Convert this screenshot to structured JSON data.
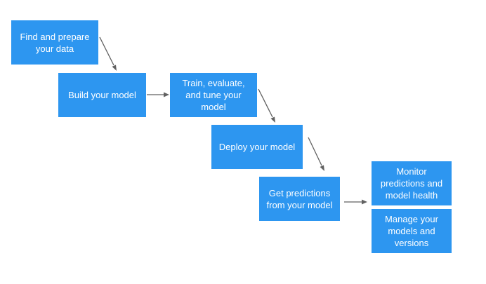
{
  "steps": {
    "find_prepare": "Find and prepare\nyour data",
    "build": "Build your model",
    "train": "Train, evaluate,\nand tune your\nmodel",
    "deploy": "Deploy your model",
    "predict": "Get predictions\nfrom your model",
    "monitor": "Monitor\npredictions and\nmodel health",
    "manage": "Manage your\nmodels and\nversions"
  },
  "colors": {
    "box": "#2d96f0",
    "arrow": "#616161",
    "text": "#ffffff"
  }
}
